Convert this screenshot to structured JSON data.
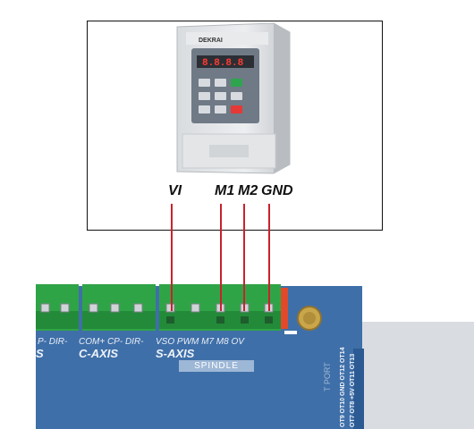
{
  "device": {
    "brand": "DEKRAI",
    "display": "8.8.8.8"
  },
  "wire_labels": [
    "VI",
    "M1",
    "M2",
    "GND"
  ],
  "board": {
    "prev_axis_pins": "P- DIR-",
    "prev_axis_label": "S",
    "c_axis_pins": "COM+ CP- DIR-",
    "c_axis_label": "C-AXIS",
    "s_axis_pins": "VSO PWM M7  M8  OV",
    "s_axis_label": "S-AXIS",
    "spindle_label": "SPINDLE",
    "port_label": "T PORT",
    "output_row_1": "OT9 OT10 GND OT12 OT14",
    "output_row_2": "OT7 OT8 +5V OT11 OT13"
  },
  "colors": {
    "wire": "#c8232c",
    "board_blue": "#3f6fa8",
    "terminal_green": "#2fa447",
    "frame": "#111111"
  },
  "icons": [
    "mounting-screw-icon",
    "terminal-screw-icon"
  ]
}
